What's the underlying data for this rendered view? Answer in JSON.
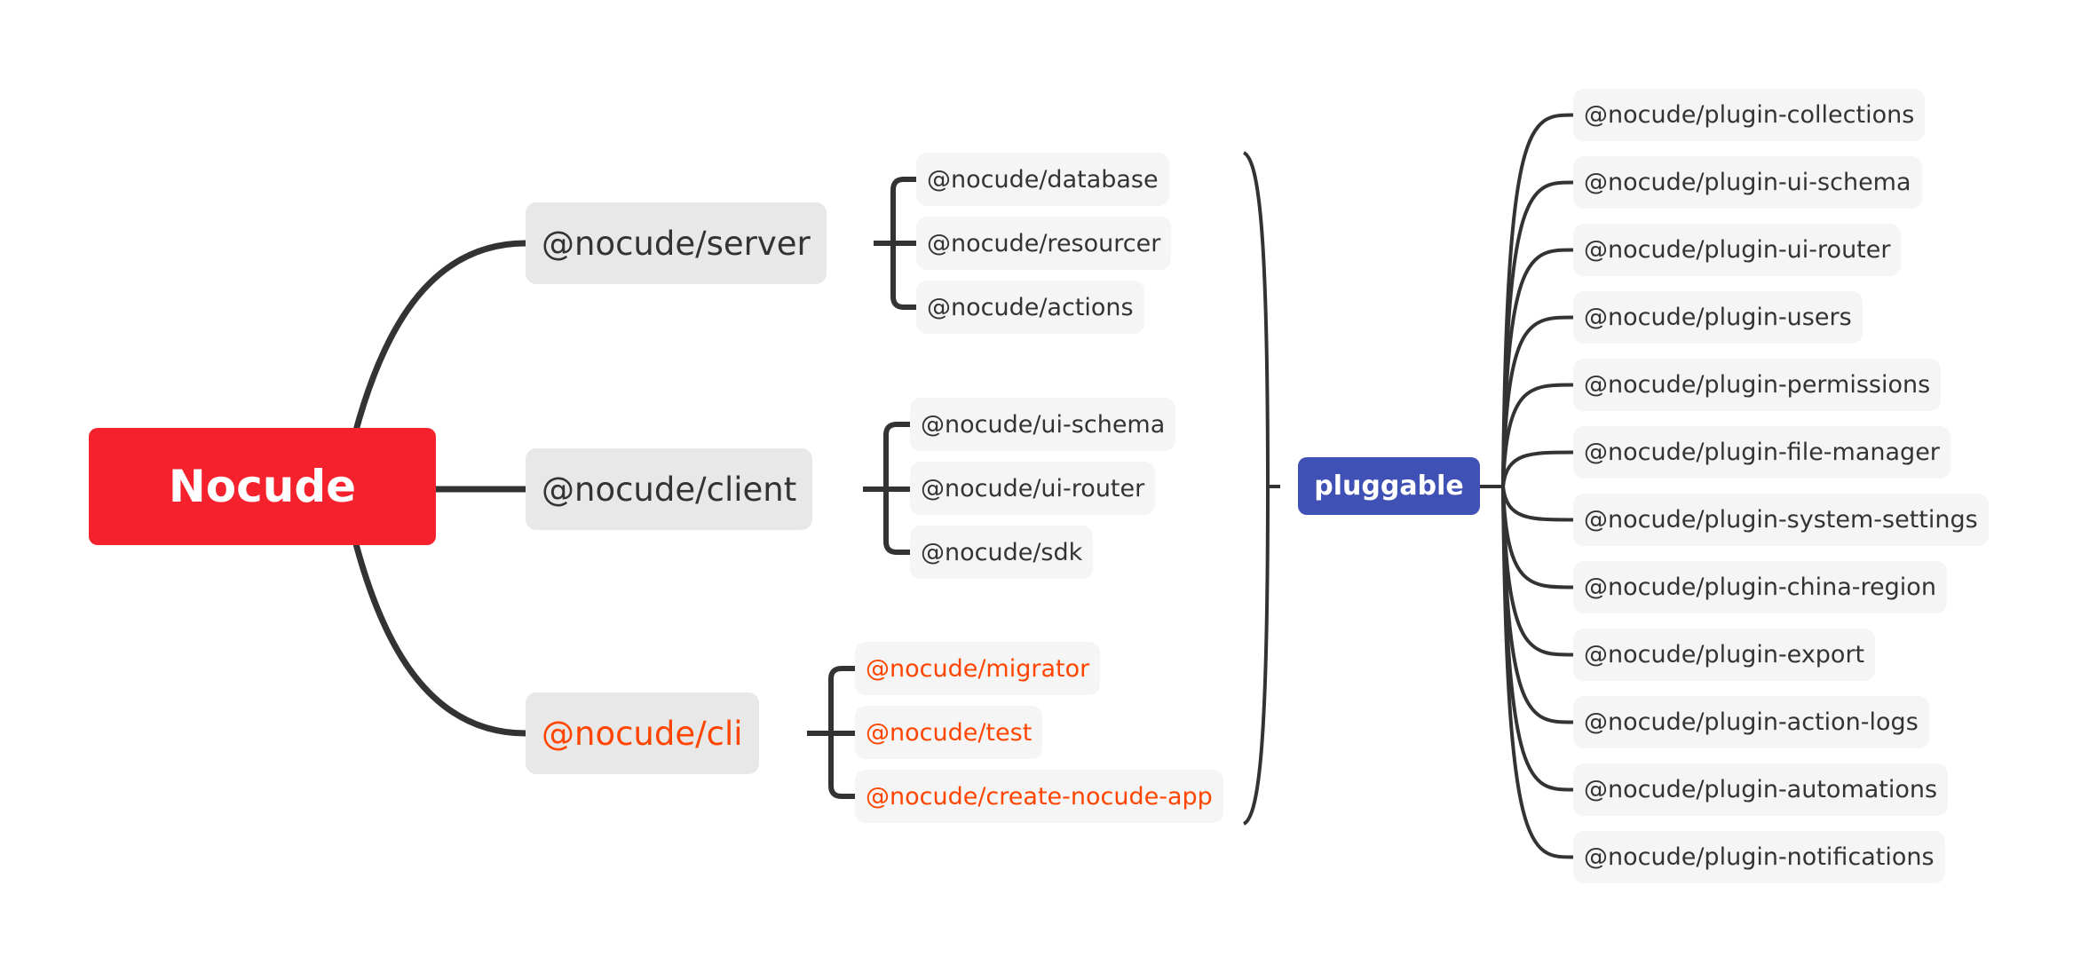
{
  "diagram": {
    "type": "mind-map",
    "colors": {
      "root": "#f5222d",
      "hub": "#3f51b5",
      "main_node_bg": "#e8e8e8",
      "child_node_bg": "#f5f5f5",
      "text": "#333333",
      "highlight_text": "#ff4500",
      "line": "#333333"
    },
    "root": {
      "label": "Nocude"
    },
    "branches": [
      {
        "label": "@nocude/server",
        "highlight": false,
        "children": [
          "@nocude/database",
          "@nocude/resourcer",
          "@nocude/actions"
        ]
      },
      {
        "label": "@nocude/client",
        "highlight": false,
        "children": [
          "@nocude/ui-schema",
          "@nocude/ui-router",
          "@nocude/sdk"
        ]
      },
      {
        "label": "@nocude/cli",
        "highlight": true,
        "children": [
          "@nocude/migrator",
          "@nocude/test",
          "@nocude/create-nocude-app"
        ]
      }
    ],
    "summary": {
      "label": "pluggable",
      "plugins": [
        "@nocude/plugin-collections",
        "@nocude/plugin-ui-schema",
        "@nocude/plugin-ui-router",
        "@nocude/plugin-users",
        "@nocude/plugin-permissions",
        "@nocude/plugin-file-manager",
        "@nocude/plugin-system-settings",
        "@nocude/plugin-china-region",
        "@nocude/plugin-export",
        "@nocude/plugin-action-logs",
        "@nocude/plugin-automations",
        "@nocude/plugin-notifications"
      ]
    }
  }
}
